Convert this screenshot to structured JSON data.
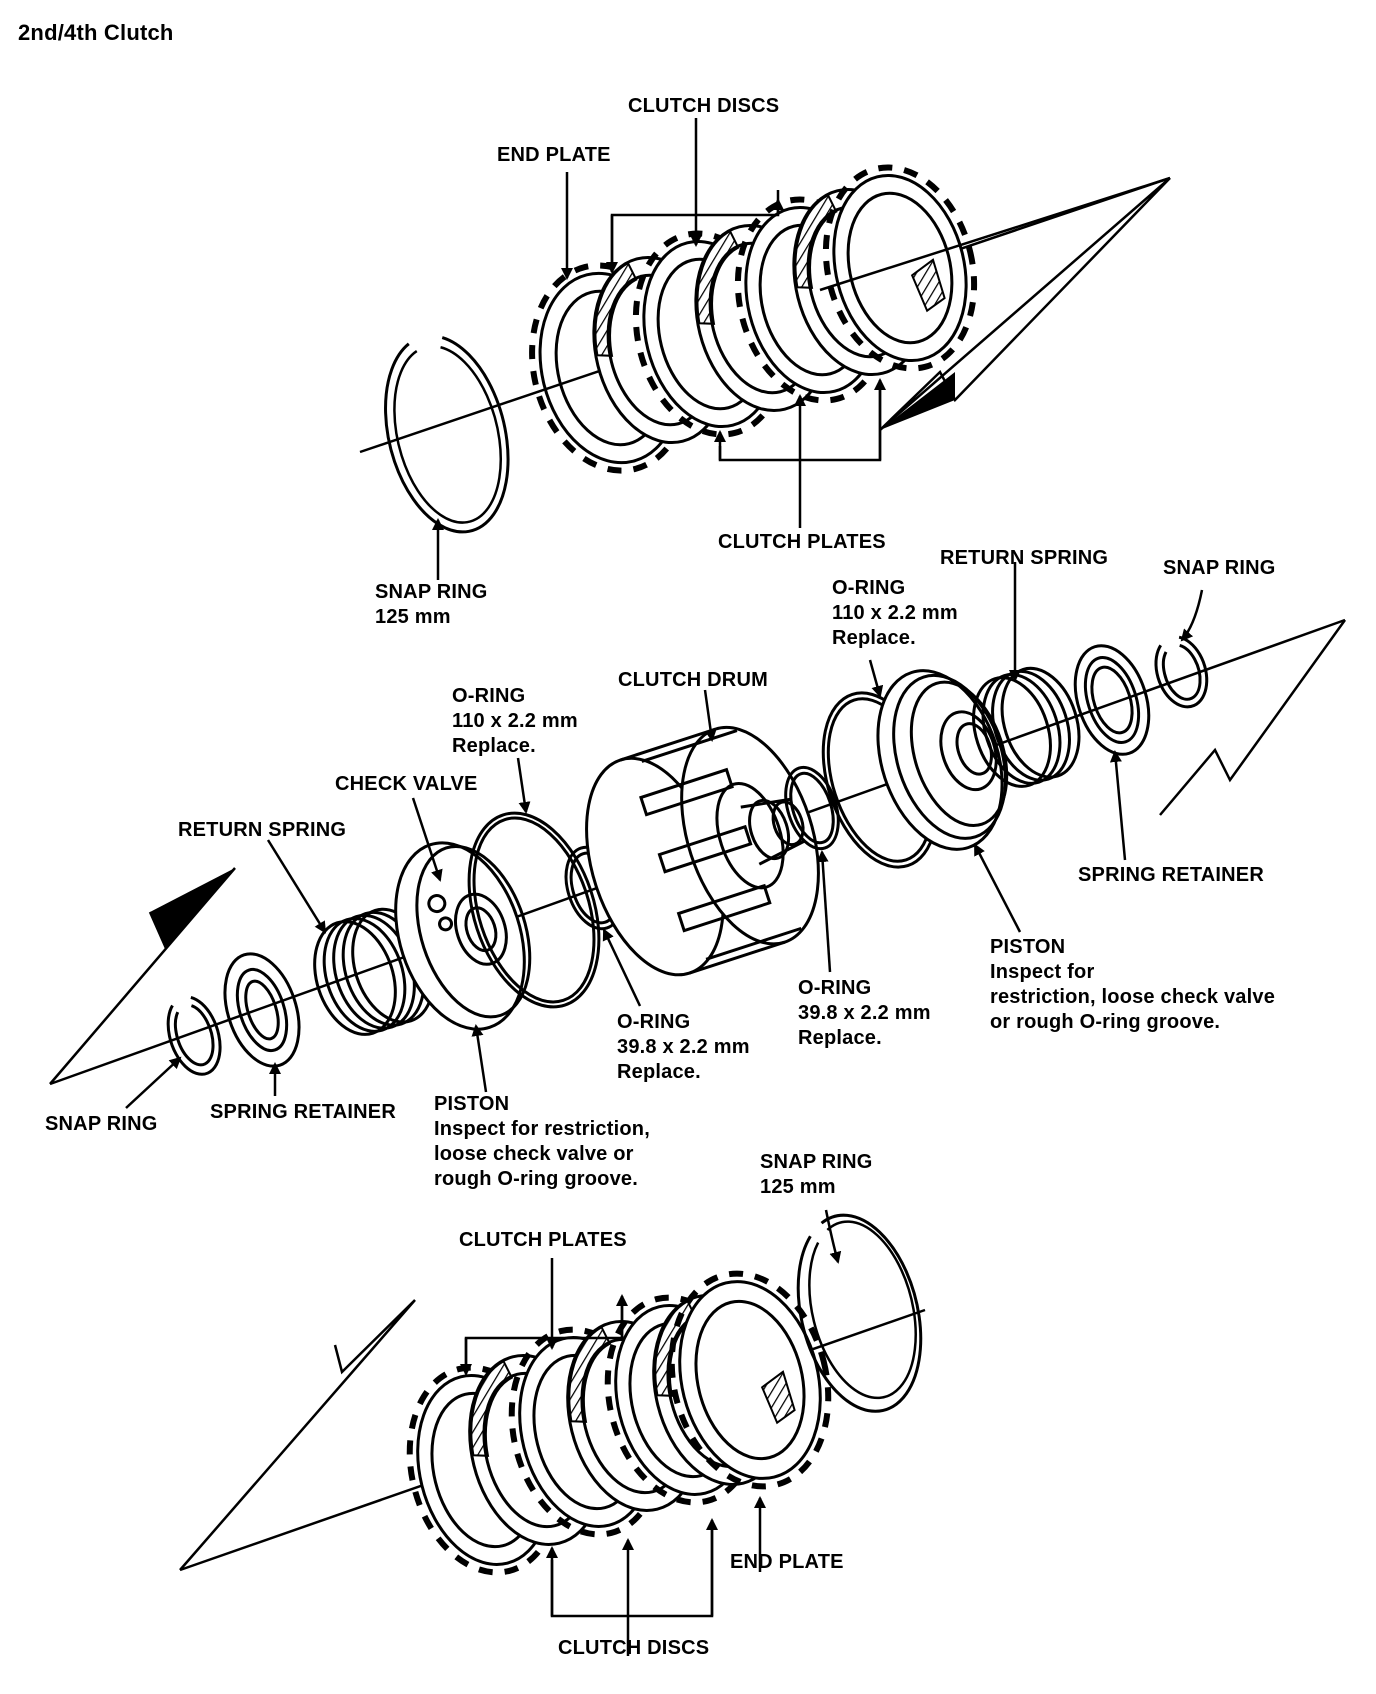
{
  "title": "2nd/4th Clutch",
  "labels": {
    "top_clutch_discs": "CLUTCH DISCS",
    "top_end_plate": "END PLATE",
    "top_snap_ring": "SNAP RING",
    "top_snap_ring_size": "125 mm",
    "top_clutch_plates": "CLUTCH PLATES",
    "right_return_spring": "RETURN SPRING",
    "right_snap_ring": "SNAP RING",
    "right_oring_title": "O-RING",
    "right_oring_size": "110 x 2.2 mm",
    "right_oring_note": "Replace.",
    "clutch_drum": "CLUTCH DRUM",
    "left_oring_title": "O-RING",
    "left_oring_size": "110 x 2.2 mm",
    "left_oring_note": "Replace.",
    "check_valve": "CHECK VALVE",
    "left_return_spring": "RETURN SPRING",
    "right_spring_retainer": "SPRING RETAINER",
    "right_piston_title": "PISTON",
    "right_piston_note_1": "Inspect for",
    "right_piston_note_2": "restriction, loose check valve",
    "right_piston_note_3": "or rough O-ring groove.",
    "center_oring_small_title": "O-RING",
    "center_oring_small_size": "39.8 x 2.2 mm",
    "center_oring_small_note": "Replace.",
    "left_oring_small_title": "O-RING",
    "left_oring_small_size": "39.8 x 2.2 mm",
    "left_oring_small_note": "Replace.",
    "left_snap_ring": "SNAP RING",
    "left_spring_retainer": "SPRING RETAINER",
    "left_piston_title": "PISTON",
    "left_piston_note_1": "Inspect for restriction,",
    "left_piston_note_2": "loose check valve or",
    "left_piston_note_3": "rough O-ring groove.",
    "bottom_snap_ring": "SNAP RING",
    "bottom_snap_ring_size": "125 mm",
    "bottom_clutch_plates": "CLUTCH PLATES",
    "bottom_end_plate": "END PLATE",
    "bottom_clutch_discs": "CLUTCH DISCS"
  }
}
